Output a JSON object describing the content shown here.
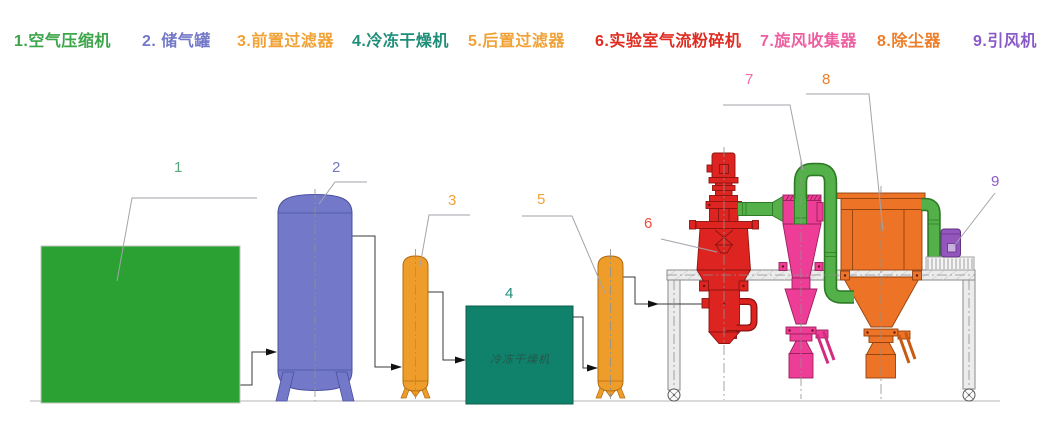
{
  "legend": {
    "items": [
      {
        "label": "1.空气压缩机",
        "color": "#3ca54a"
      },
      {
        "label": "2. 储气罐",
        "color": "#7379c8"
      },
      {
        "label": "3.前置过滤器",
        "color": "#f0a237"
      },
      {
        "label": "4.冷冻干燥机",
        "color": "#1f8e79"
      },
      {
        "label": "5.后置过滤器",
        "color": "#f0a237"
      },
      {
        "label": "6.实验室气流粉碎机",
        "color": "#e02b20"
      },
      {
        "label": "7.旋风收集器",
        "color": "#ee5fa0"
      },
      {
        "label": "8.除尘器",
        "color": "#ed7d28"
      },
      {
        "label": "9.引风机",
        "color": "#8a5bc8"
      }
    ]
  },
  "callouts": [
    {
      "text": "1",
      "color": "#56a87c"
    },
    {
      "text": "2",
      "color": "#7379c8"
    },
    {
      "text": "3",
      "color": "#f0a237"
    },
    {
      "text": "4",
      "color": "#1f8e79"
    },
    {
      "text": "5",
      "color": "#f0a237"
    },
    {
      "text": "6",
      "color": "#ef4b3d"
    },
    {
      "text": "7",
      "color": "#f06ba8"
    },
    {
      "text": "8",
      "color": "#ed7d28"
    },
    {
      "text": "9",
      "color": "#8a5bc8"
    }
  ],
  "equipment_labels": {
    "freeze_dryer": "冷冻干燥机"
  },
  "palette": {
    "air_compressor": "#2ba133",
    "air_tank": "#7379c8",
    "filter": "#ee9d2b",
    "freeze_dryer": "#10826b",
    "jet_mill": "#de2420",
    "cyclone": "#ee3d96",
    "dust_collector": "#ed7426",
    "fan": "#9455be",
    "pipe": "#54b14a",
    "frame": "#ececec"
  }
}
